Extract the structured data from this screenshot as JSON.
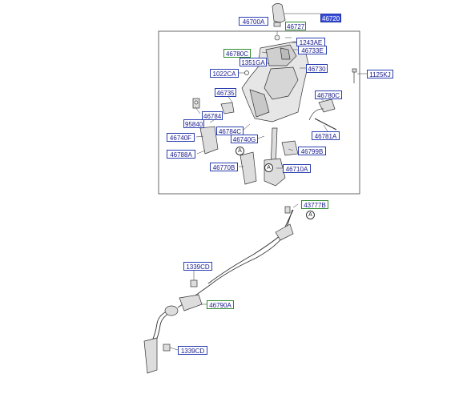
{
  "labels": {
    "l46700A": "46700A",
    "l46720": "46720",
    "l46727": "46727",
    "l1243AE": "1243AE",
    "l46733E": "46733E",
    "l46780C_a": "46780C",
    "l1351GA": "1351GA",
    "l46730": "46730",
    "l1125KJ": "1125KJ",
    "l1022CA": "1022CA",
    "l46735": "46735",
    "l46780C_b": "46780C",
    "l46784": "46784",
    "l95840": "95840",
    "l46784C": "46784C",
    "l46781A": "46781A",
    "l46740F": "46740F",
    "l46740G": "46740G",
    "l46799B": "46799B",
    "l46788A": "46788A",
    "l46770B": "46770B",
    "l46710A": "46710A",
    "l43777B": "43777B",
    "l1339CD_a": "1339CD",
    "l46790A": "46790A",
    "l1339CD_b": "1339CD"
  },
  "markers": {
    "a1": "A",
    "a2": "A",
    "a3": "A"
  },
  "colors": {
    "label_border": "#2a3fb0",
    "label_text": "#1a1a8c",
    "label_green_border": "#2c8a2c",
    "selected_fill": "#3a4fd8"
  }
}
